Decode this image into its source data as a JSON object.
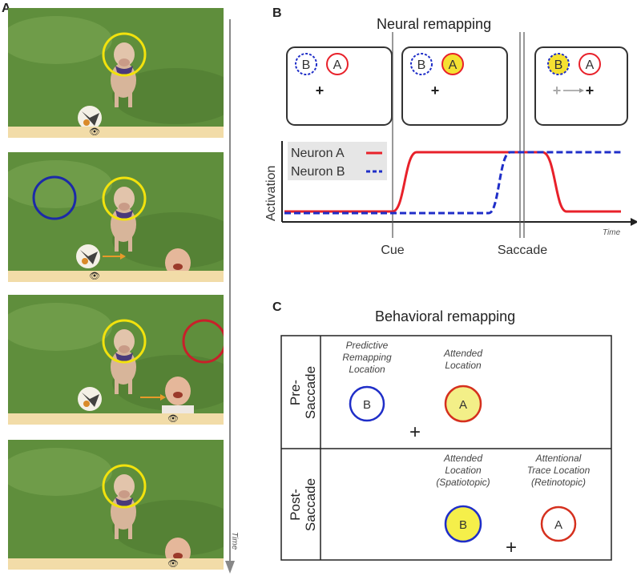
{
  "panel_a": {
    "letter": "A",
    "time_label": "Time",
    "eye_glyph": "👁",
    "frames": [
      {
        "circles": [
          "yellow"
        ],
        "arrow": false,
        "baby": false
      },
      {
        "circles": [
          "yellow",
          "blue"
        ],
        "arrow": true,
        "baby": true
      },
      {
        "circles": [
          "yellow",
          "red"
        ],
        "arrow": true,
        "baby": true
      },
      {
        "circles": [
          "yellow"
        ],
        "arrow": false,
        "baby": true
      }
    ],
    "colors": {
      "yellow": "#f2e20d",
      "blue": "#1c2aa8",
      "red": "#c8202a",
      "grass": "#5f8e3c",
      "bar": "#f2dca8",
      "arrow": "#e89a2a"
    }
  },
  "panel_b": {
    "letter": "B",
    "title": "Neural remapping",
    "box_labels": {
      "b": "B",
      "a": "A"
    },
    "fixation": "+",
    "ylabel": "Activation",
    "xtick_cue": "Cue",
    "xtick_saccade": "Saccade",
    "xlabel": "Time",
    "legend": {
      "neuron_a": "Neuron A",
      "neuron_b": "Neuron B"
    },
    "colors": {
      "neuron_a": "#e8212a",
      "neuron_b": "#1f2ec8",
      "highlight": "#f5e132"
    }
  },
  "panel_c": {
    "letter": "C",
    "title": "Behavioral remapping",
    "row_pre": [
      "Pre-",
      "Saccade"
    ],
    "row_post": [
      "Post-",
      "Saccade"
    ],
    "pre_left_label": [
      "Predictive",
      "Remapping",
      "Location"
    ],
    "pre_right_label": [
      "Attended",
      "Location"
    ],
    "post_left_label": [
      "Attended",
      "Location",
      "(Spatiotopic)"
    ],
    "post_right_label": [
      "Attentional",
      "Trace Location",
      "(Retinotopic)"
    ],
    "pre_left_letter": "B",
    "pre_right_letter": "A",
    "post_left_letter": "B",
    "post_right_letter": "A",
    "fixation": "+"
  },
  "chart_data": {
    "type": "line",
    "title": "Neural remapping",
    "xlabel": "Time",
    "ylabel": "Activation",
    "x_ticks": [
      "Cue",
      "Saccade"
    ],
    "series": [
      {
        "name": "Neuron A",
        "style": "solid red",
        "description": "low before Cue, rises to high after Cue, drops to low after Saccade"
      },
      {
        "name": "Neuron B",
        "style": "dashed blue",
        "description": "low until just before Saccade, rises to high and stays high"
      }
    ]
  }
}
